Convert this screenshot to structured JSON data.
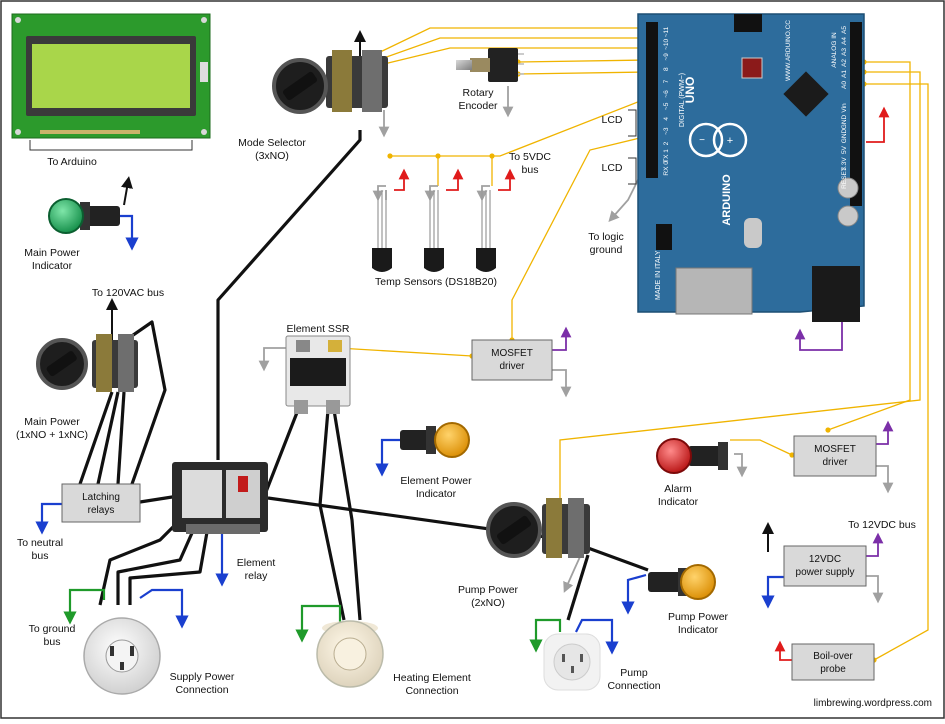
{
  "labels": {
    "to_arduino": "To Arduino",
    "main_power_indicator": [
      "Main Power",
      "Indicator"
    ],
    "mode_selector": [
      "Mode Selector",
      "(3xNO)"
    ],
    "rotary_encoder": [
      "Rotary",
      "Encoder"
    ],
    "lcd_top": "LCD",
    "lcd_bottom": "LCD",
    "to_5vdc_bus": [
      "To 5VDC",
      "bus"
    ],
    "to_logic_ground": [
      "To logic",
      "ground"
    ],
    "temp_sensors": "Temp Sensors (DS18B20)",
    "to_120vac_bus": "To 120VAC bus",
    "main_power": [
      "Main Power",
      "(1xNO + 1xNC)"
    ],
    "element_ssr": "Element SSR",
    "mosfet_driver_1": [
      "MOSFET",
      "driver"
    ],
    "mosfet_driver_2": [
      "MOSFET",
      "driver"
    ],
    "latching_relays": [
      "Latching",
      "relays"
    ],
    "to_neutral_bus": [
      "To neutral",
      "bus"
    ],
    "element_relay": [
      "Element",
      "relay"
    ],
    "element_power_indicator": [
      "Element Power",
      "Indicator"
    ],
    "alarm_indicator": [
      "Alarm",
      "Indicator"
    ],
    "to_12vdc_bus": "To 12VDC bus",
    "power_supply_12vdc": [
      "12VDC",
      "power supply"
    ],
    "pump_power": [
      "Pump Power",
      "(2xNO)"
    ],
    "pump_power_indicator": [
      "Pump Power",
      "Indicator"
    ],
    "to_ground_bus": [
      "To ground",
      "bus"
    ],
    "supply_power_connection": [
      "Supply Power",
      "Connection"
    ],
    "heating_element_connection": [
      "Heating Element",
      "Connection"
    ],
    "pump_connection": [
      "Pump",
      "Connection"
    ],
    "boil_over_probe": [
      "Boil-over",
      "probe"
    ],
    "website": "limbrewing.wordpress.com"
  },
  "arduino": {
    "brand_text": "ARDUINO",
    "model_text": "UNO",
    "url_text": "WWW.ARDUINO.CC",
    "made_in": "MADE IN ITALY",
    "digital_header": "DIGITAL (PWM~)",
    "analog_header": "ANALOG IN",
    "digital_pins": [
      "~11",
      "~10",
      "~9",
      "8",
      "7",
      "~6",
      "~5",
      "4",
      "~3",
      "2",
      "TX 1",
      "RX 0"
    ],
    "analog_pins": [
      "A5",
      "A4",
      "A3",
      "A2",
      "A1",
      "A0"
    ],
    "power_pins": [
      "Vin",
      "GND",
      "GND",
      "5V",
      "3.3V",
      "RESET"
    ]
  },
  "colors": {
    "hot": "#111111",
    "neutral": "#1a3fcf",
    "ground": "#1f9a2a",
    "signal": "#f0b400",
    "vcc5": "#e01b1b",
    "vcc12": "#7b2fa8",
    "logic_ground": "#9a9a9a",
    "arduino_board": "#2d6c9c",
    "lcd_screen": "#a9d64a",
    "indicator_green": "#18a85a",
    "indicator_red": "#d81c1c",
    "indicator_amber": "#f0a300"
  }
}
